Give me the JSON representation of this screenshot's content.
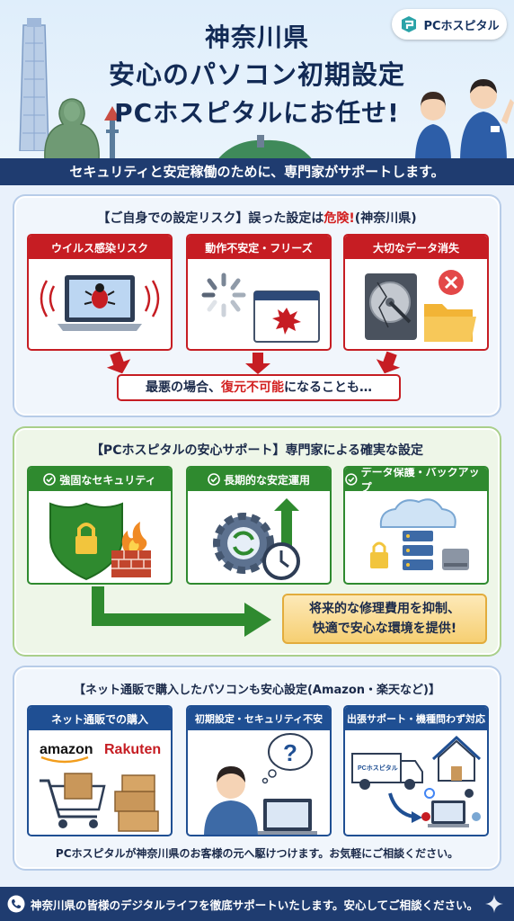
{
  "header": {
    "brand": "PCホスピタル",
    "title_line1": "神奈川県",
    "title_line2": "安心のパソコン初期設定",
    "title_line3": "PCホスピタルにお任せ!",
    "subtitle": "セキュリティと安定稼働のために、専門家がサポートします。"
  },
  "risks": {
    "heading_prefix": "【ご自身での設定リスク】誤った設定は",
    "heading_danger": "危険!",
    "heading_suffix": "(神奈川県)",
    "cards": [
      {
        "label": "ウイルス感染リスク"
      },
      {
        "label": "動作不安定・フリーズ"
      },
      {
        "label": "大切なデータ消失"
      }
    ],
    "worst_prefix": "最悪の場合、",
    "worst_danger": "復元不可能",
    "worst_suffix": "になることも…"
  },
  "support": {
    "heading": "【PCホスピタルの安心サポート】専門家による確実な設定",
    "cards": [
      {
        "label": "強固なセキュリティ"
      },
      {
        "label": "長期的な安定運用"
      },
      {
        "label": "データ保護・バックアップ"
      }
    ],
    "benefit_line1": "将来的な修理費用を抑制、",
    "benefit_line2": "快適で安心な環境を提供!"
  },
  "online": {
    "heading": "【ネット通販で購入したパソコンも安心設定(Amazon・楽天など)】",
    "cards": [
      {
        "label": "ネット通販での購入"
      },
      {
        "label": "初期設定・セキュリティ不安"
      },
      {
        "label": "出張サポート・機種問わず対応"
      }
    ],
    "amazon_logo": "amazon",
    "rakuten_logo": "Rakuten",
    "van_text": "PCホスピタル",
    "footnote": "PCホスピタルが神奈川県のお客様の元へ駆けつけます。お気軽にご相談ください。"
  },
  "footer": {
    "text": "神奈川県の皆様のデジタルライフを徹底サポートいたします。安心してご相談ください。"
  },
  "colors": {
    "navy": "#1f3c70",
    "danger_red": "#c61d23",
    "safe_green": "#2f8a2f",
    "brand_blue": "#1f4f93",
    "benefit_gold": "#f6cf72"
  }
}
